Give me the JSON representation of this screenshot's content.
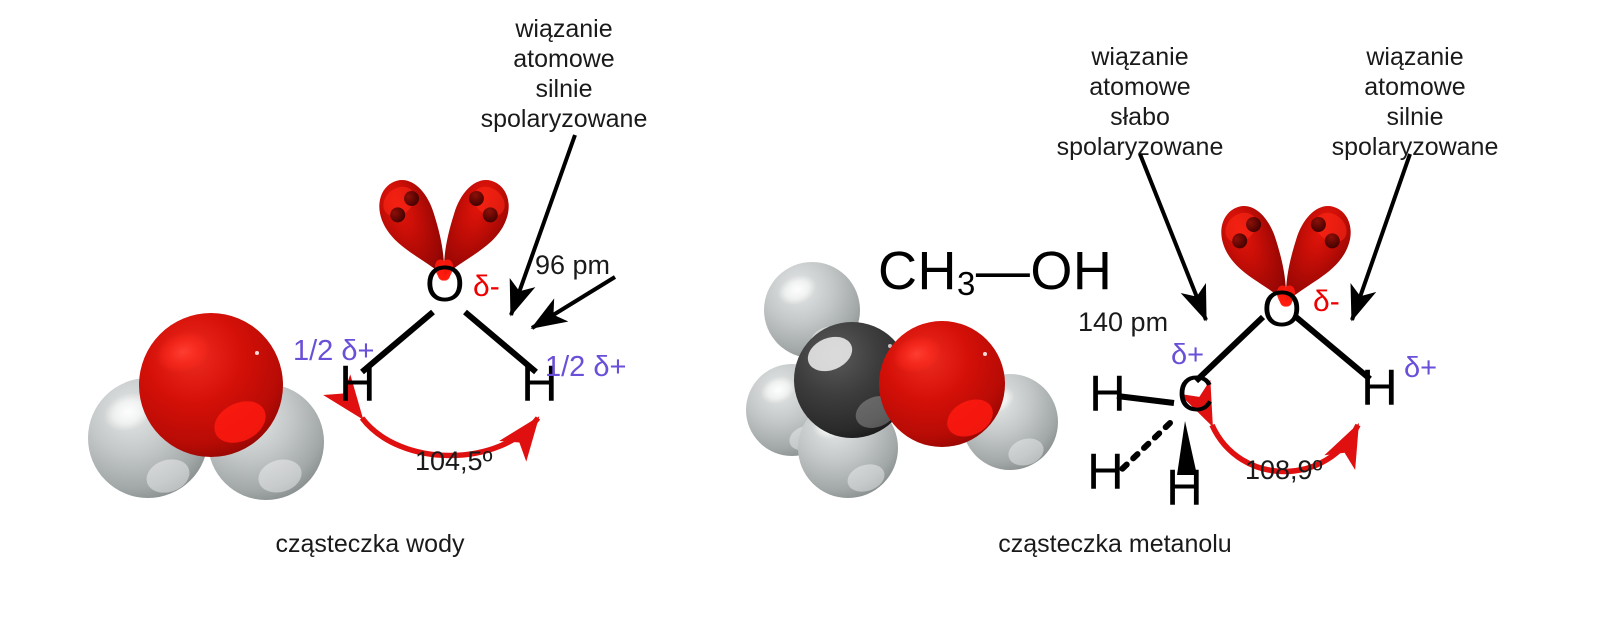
{
  "figure": {
    "title": "Porownanie czasteczki wody i metanolu",
    "background": "#ffffff"
  },
  "colors": {
    "delta_negative": "#ee0000",
    "delta_positive": "#6a4fd8",
    "angle_arc": "#e01010",
    "oxygen_sphere": "#cc1010",
    "hydrogen_sphere": "#b9bdbd",
    "carbon_sphere": "#3a3a3a",
    "bond_line": "#000000",
    "text": "#1a1a1a"
  },
  "water_panel": {
    "caption": "cząsteczka wody",
    "annotation": {
      "lines": [
        "wiązanie",
        "atomowe",
        "silnie",
        "spolaryzowane"
      ]
    },
    "bond_length": "96 pm",
    "bond_angle": "104,5º",
    "atoms": {
      "oxygen": "O",
      "hydrogen_left": "H",
      "hydrogen_right": "H"
    },
    "charges": {
      "oxygen": "δ-",
      "hydrogen_left": "1/2 δ+",
      "hydrogen_right": "1/2 δ+"
    },
    "model": {
      "type": "space-filling",
      "spheres": [
        "oxygen",
        "hydrogen",
        "hydrogen"
      ]
    },
    "lone_pairs": 2,
    "electrons_per_lobe": 2
  },
  "methanol_panel": {
    "caption": "cząsteczka metanolu",
    "formula": {
      "part1": "CH",
      "sub": "3",
      "dash": "—",
      "part2": "OH"
    },
    "annotation_left": {
      "lines": [
        "wiązanie",
        "atomowe",
        "słabo",
        "spolaryzowane"
      ]
    },
    "annotation_right": {
      "lines": [
        "wiązanie",
        "atomowe",
        "silnie",
        "spolaryzowane"
      ]
    },
    "bond_length": "140 pm",
    "bond_angle": "108,9º",
    "atoms": {
      "oxygen": "O",
      "carbon": "C",
      "hydrogen_left": "H",
      "hydrogen_dashed": "H",
      "hydrogen_wedge": "H",
      "hydrogen_hydroxyl": "H"
    },
    "charges": {
      "oxygen": "δ-",
      "carbon": "δ+",
      "hydrogen_hydroxyl": "δ+"
    },
    "model": {
      "type": "space-filling",
      "spheres": [
        "hydrogen",
        "hydrogen",
        "hydrogen",
        "carbon",
        "oxygen",
        "hydrogen"
      ]
    },
    "lone_pairs": 2,
    "electrons_per_lobe": 2
  }
}
